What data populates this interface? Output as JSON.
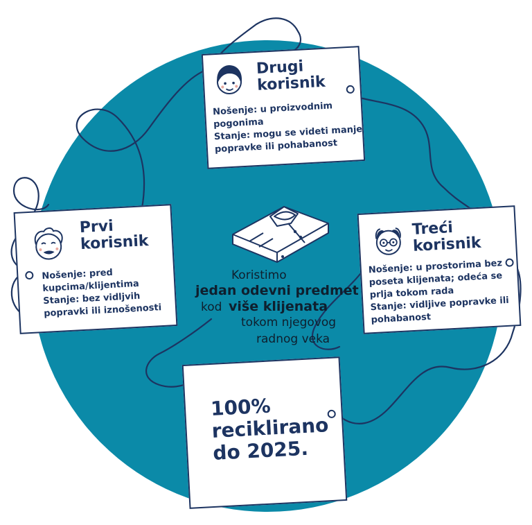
{
  "colors": {
    "circle": "#0b8aa8",
    "navy": "#1d3461",
    "tag_bg": "#ffffff"
  },
  "icons": {
    "shirt": "folded-shirt-icon",
    "user1": "elderly-person-face-icon",
    "user2": "woman-face-icon",
    "user3": "bald-man-with-glasses-face-icon"
  },
  "tags": {
    "drugi": {
      "title_1": "Drugi",
      "title_2": "korisnik",
      "line_1": "Nošenje: u proizvodnim",
      "line_2": "pogonima",
      "line_3": "Stanje: mogu se videti manje",
      "line_4": "popravke ili pohabanost"
    },
    "prvi": {
      "title_1": "Prvi",
      "title_2": "korisnik",
      "line_1": "Nošenje: pred",
      "line_2": "kupcima/klijentima",
      "line_3": "Stanje: bez vidljvih",
      "line_4": "popravki ili iznošenosti"
    },
    "treci": {
      "title_1": "Treći",
      "title_2": "korisnik",
      "line_1": "Nošenje: u prostorima bez",
      "line_2": "poseta klijenata; odeća se",
      "line_3": "prlja tokom rada",
      "line_4": "Stanje: vidljive popravke ili",
      "line_5": "pohabanost"
    },
    "recycle": {
      "line_1": "100%",
      "line_2": "reciklirano",
      "line_3": "do 2025."
    }
  },
  "center": {
    "l1": "Koristimo",
    "l2": "jedan odevni predmet",
    "l3a": "kod",
    "l3b": "više klijenata",
    "l4": "tokom njegovog",
    "l5": "radnog veka"
  }
}
